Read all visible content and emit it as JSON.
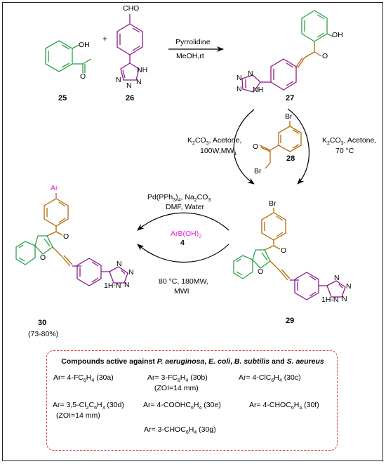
{
  "colors": {
    "green": "#2aa24a",
    "purple": "#8a1a8a",
    "brown": "#b06a0a",
    "magenta": "#e21fd8",
    "box_border": "#d93a3a"
  },
  "compounds": {
    "c25": "25",
    "c26": "26",
    "c27": "27",
    "c28": "28",
    "c29": "29",
    "c30": "30",
    "c30_yield": "(73-80%)",
    "c4": "4"
  },
  "atoms": {
    "oh_25": "OH",
    "o_25": "O",
    "cho": "CHO",
    "nh_26": "NH",
    "n_26a": "N",
    "n_26b": "N",
    "n_26c": "N",
    "oh_27": "OH",
    "o_27": "O",
    "nh_27": "NH",
    "n_27a": "N",
    "n_27b": "N",
    "n_27c": "N",
    "br_28": "Br",
    "o_28": "O",
    "br2_28": "Br",
    "br_29": "Br",
    "o_29_carbonyl": "O",
    "o_29_furan": "O",
    "hn_29": "1H-N",
    "n_29a": "N",
    "n_29b": "N",
    "n_29c": "N",
    "ar_30": "Ar",
    "o_30_carbonyl": "O",
    "o_30_furan": "O",
    "hn_30": "1H-N",
    "n_30a": "N",
    "n_30b": "N",
    "n_30c": "N",
    "plus": "+"
  },
  "conditions": {
    "step1_top": "Pyrrolidine",
    "step1_bottom": "MeOH,rt",
    "left_1": "K",
    "left_1b": "CO",
    "left_1c": ", Acetone,",
    "left_2": "100W,MW",
    "right_1": "K",
    "right_1b": "CO",
    "right_1c": ", Acetone,",
    "right_2": "70 °C",
    "suzuki_1a": "Pd(PPh",
    "suzuki_1b": ")",
    "suzuki_1c": ", Na",
    "suzuki_1d": "CO",
    "suzuki_2": "DMF, Water",
    "reagent_a": "ArB(OH)",
    "mw_1": "80 °C, 180MW,",
    "mw_2": "MWI",
    "sub_2": "2",
    "sub_3": "3",
    "sub_4": "4",
    "sub_1": "1"
  },
  "box": {
    "title_a": "Compounds active against ",
    "title_b": "P. aeruginosa",
    "title_c": ", ",
    "title_d": "E. coli",
    "title_e": ", ",
    "title_f": "B. subtilis",
    "title_g": " and ",
    "title_h": "S. aeureus",
    "items": [
      {
        "pre": "Ar= 4-FC",
        "s1": "6",
        "mid": "H",
        "s2": "4",
        "post": "  (30a)"
      },
      {
        "pre": "Ar= 3-FC",
        "s1": "6",
        "mid": "H",
        "s2": "4",
        "post": "  (30b)"
      },
      {
        "pre": "Ar= 4-ClC",
        "s1": "6",
        "mid": "H",
        "s2": "4",
        "post": "  (30c)"
      },
      {
        "pre": "Ar= 3,5-Cl",
        "s1": "2",
        "mid": "C",
        "s2": "6",
        "mid2": "H",
        "s3": "3",
        "post": "  (30d)"
      },
      {
        "pre": "Ar= 4-COOHC",
        "s1": "6",
        "mid": "H",
        "s2": "4",
        "post": " (30e)"
      },
      {
        "pre": "Ar= 4-CHOC",
        "s1": "6",
        "mid": "H",
        "s2": "4",
        "post": "  (30f)"
      },
      {
        "pre": "Ar= 3-CHOC",
        "s1": "6",
        "mid": "H",
        "s2": "4",
        "post": "  (30g)"
      }
    ],
    "zoi_b": "(ZOI=14 mm)",
    "zoi_d": "(ZOI=14 mm)"
  }
}
